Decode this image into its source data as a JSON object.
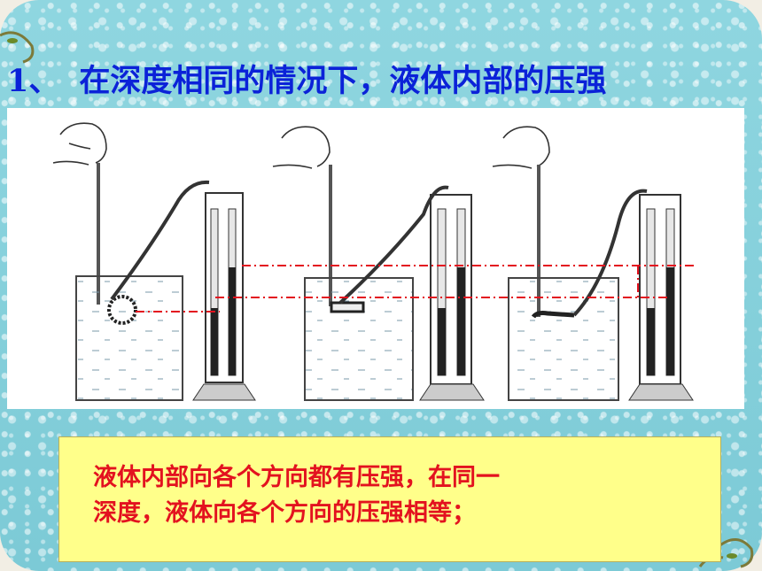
{
  "slide": {
    "title_number": "1、",
    "title_text": "在深度相同的情况下，液体内部的压强",
    "conclusion_line1": "液体内部向各个方向都有压强，在同一",
    "conclusion_line2": "深度，液体向各个方向的压强相等；"
  },
  "colors": {
    "title": "#0b22d8",
    "conclusion_text": "#e3121f",
    "conclusion_bg": "#ffff8a",
    "guide_lines": "#e3121f",
    "background": "#8fd6e0"
  },
  "icons": [
    "hand-icon",
    "pressure-probe-icon",
    "u-tube-manometer-icon",
    "beaker-icon"
  ]
}
